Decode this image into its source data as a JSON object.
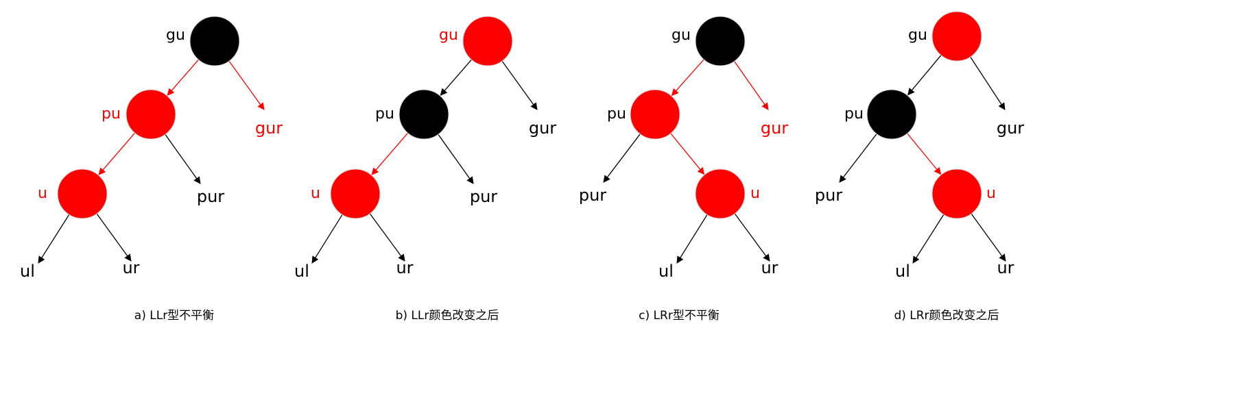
{
  "colors": {
    "red": "#ff0000",
    "black": "#000000",
    "text": "#000000"
  },
  "panels": [
    {
      "caption": "a) LLr型不平衡",
      "nodes": [
        {
          "id": "gu",
          "label": "gu",
          "fill": "black",
          "label_color": "black"
        },
        {
          "id": "pu",
          "label": "pu",
          "fill": "red",
          "label_color": "red"
        },
        {
          "id": "u",
          "label": "u",
          "fill": "red",
          "label_color": "red"
        }
      ],
      "leaves": [
        {
          "id": "gur",
          "label": "gur",
          "label_color": "red"
        },
        {
          "id": "pur",
          "label": "pur",
          "label_color": "black"
        },
        {
          "id": "ul",
          "label": "ul",
          "label_color": "black"
        },
        {
          "id": "ur",
          "label": "ur",
          "label_color": "black"
        }
      ],
      "edges": [
        {
          "from": "gu",
          "to": "pu",
          "color": "red"
        },
        {
          "from": "gu",
          "to": "gur",
          "color": "red"
        },
        {
          "from": "pu",
          "to": "u",
          "color": "red"
        },
        {
          "from": "pu",
          "to": "pur",
          "color": "black"
        },
        {
          "from": "u",
          "to": "ul",
          "color": "black"
        },
        {
          "from": "u",
          "to": "ur",
          "color": "black"
        }
      ]
    },
    {
      "caption": "b) LLr颜色改变之后",
      "nodes": [
        {
          "id": "gu",
          "label": "gu",
          "fill": "red",
          "label_color": "red"
        },
        {
          "id": "pu",
          "label": "pu",
          "fill": "black",
          "label_color": "black"
        },
        {
          "id": "u",
          "label": "u",
          "fill": "red",
          "label_color": "red"
        }
      ],
      "leaves": [
        {
          "id": "gur",
          "label": "gur",
          "label_color": "black"
        },
        {
          "id": "pur",
          "label": "pur",
          "label_color": "black"
        },
        {
          "id": "ul",
          "label": "ul",
          "label_color": "black"
        },
        {
          "id": "ur",
          "label": "ur",
          "label_color": "black"
        }
      ],
      "edges": [
        {
          "from": "gu",
          "to": "pu",
          "color": "black"
        },
        {
          "from": "gu",
          "to": "gur",
          "color": "black"
        },
        {
          "from": "pu",
          "to": "u",
          "color": "red"
        },
        {
          "from": "pu",
          "to": "pur",
          "color": "black"
        },
        {
          "from": "u",
          "to": "ul",
          "color": "black"
        },
        {
          "from": "u",
          "to": "ur",
          "color": "black"
        }
      ]
    },
    {
      "caption": "c) LRr型不平衡",
      "nodes": [
        {
          "id": "gu",
          "label": "gu",
          "fill": "black",
          "label_color": "black"
        },
        {
          "id": "pu",
          "label": "pu",
          "fill": "red",
          "label_color": "black"
        },
        {
          "id": "u",
          "label": "u",
          "fill": "red",
          "label_color": "red"
        }
      ],
      "leaves": [
        {
          "id": "gur",
          "label": "gur",
          "label_color": "red"
        },
        {
          "id": "pur",
          "label": "pur",
          "label_color": "black"
        },
        {
          "id": "ul",
          "label": "ul",
          "label_color": "black"
        },
        {
          "id": "ur",
          "label": "ur",
          "label_color": "black"
        }
      ],
      "edges": [
        {
          "from": "gu",
          "to": "pu",
          "color": "red"
        },
        {
          "from": "gu",
          "to": "gur",
          "color": "red"
        },
        {
          "from": "pu",
          "to": "pur",
          "color": "black"
        },
        {
          "from": "pu",
          "to": "u",
          "color": "red"
        },
        {
          "from": "u",
          "to": "ul",
          "color": "black"
        },
        {
          "from": "u",
          "to": "ur",
          "color": "black"
        }
      ]
    },
    {
      "caption": "d) LRr颜色改变之后",
      "nodes": [
        {
          "id": "gu",
          "label": "gu",
          "fill": "red",
          "label_color": "black"
        },
        {
          "id": "pu",
          "label": "pu",
          "fill": "black",
          "label_color": "black"
        },
        {
          "id": "u",
          "label": "u",
          "fill": "red",
          "label_color": "red"
        }
      ],
      "leaves": [
        {
          "id": "gur",
          "label": "gur",
          "label_color": "black"
        },
        {
          "id": "pur",
          "label": "pur",
          "label_color": "black"
        },
        {
          "id": "ul",
          "label": "ul",
          "label_color": "black"
        },
        {
          "id": "ur",
          "label": "ur",
          "label_color": "black"
        }
      ],
      "edges": [
        {
          "from": "gu",
          "to": "pu",
          "color": "black"
        },
        {
          "from": "gu",
          "to": "gur",
          "color": "black"
        },
        {
          "from": "pu",
          "to": "pur",
          "color": "black"
        },
        {
          "from": "pu",
          "to": "u",
          "color": "red"
        },
        {
          "from": "u",
          "to": "ul",
          "color": "black"
        },
        {
          "from": "u",
          "to": "ur",
          "color": "black"
        }
      ]
    }
  ]
}
